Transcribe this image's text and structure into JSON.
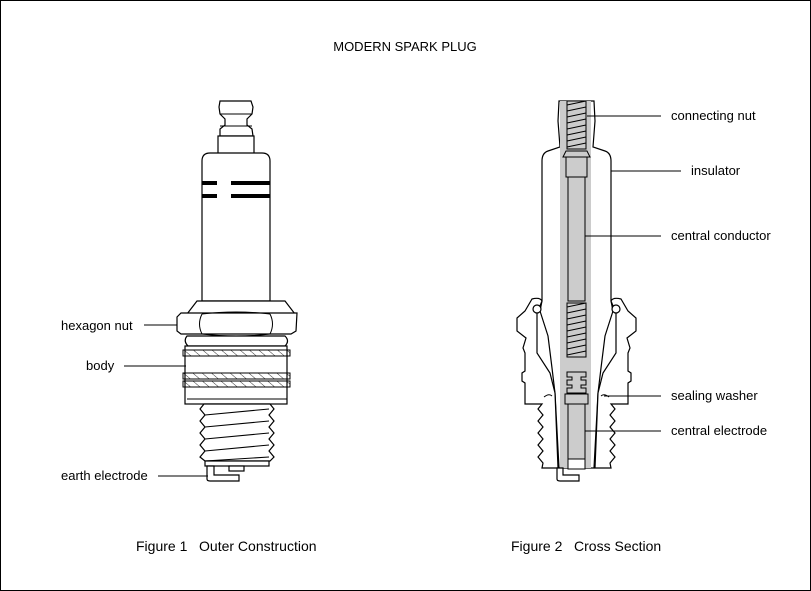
{
  "title": "MODERN SPARK PLUG",
  "figure1": {
    "caption": "Figure 1   Outer Construction",
    "labels": {
      "hexagon_nut": "hexagon nut",
      "body": "body",
      "earth_electrode": "earth electrode"
    }
  },
  "figure2": {
    "caption": "Figure 2   Cross Section",
    "labels": {
      "connecting_nut": "connecting nut",
      "insulator": "insulator",
      "central_conductor": "central conductor",
      "sealing_washer": "sealing washer",
      "central_electrode": "central electrode"
    }
  },
  "colors": {
    "line": "#000000",
    "section_fill": "#cccccc",
    "background": "#ffffff"
  }
}
